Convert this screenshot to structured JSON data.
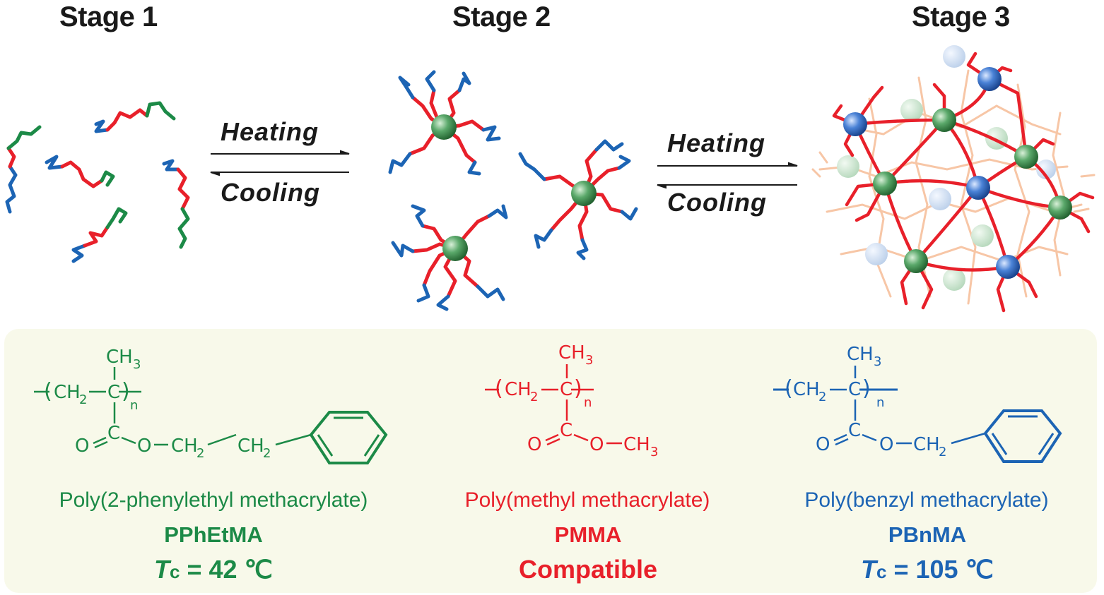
{
  "stages": [
    {
      "title": "Stage 1"
    },
    {
      "title": "Stage 2"
    },
    {
      "title": "Stage 3"
    }
  ],
  "arrows": [
    {
      "forward_label": "Heating",
      "reverse_label": "Cooling"
    },
    {
      "forward_label": "Heating",
      "reverse_label": "Cooling"
    }
  ],
  "polymers": [
    {
      "full_name": "Poly(2-phenylethyl methacrylate)",
      "abbr": "PPhEtMA",
      "tc_symbol": "T",
      "tc_sub": "c",
      "tc_value": "= 42 ℃",
      "color": "#1c8a47"
    },
    {
      "full_name": "Poly(methyl methacrylate)",
      "abbr": "PMMA",
      "note": "Compatible",
      "color": "#e8202a"
    },
    {
      "full_name": "Poly(benzyl methacrylate)",
      "abbr": "PBnMA",
      "tc_symbol": "T",
      "tc_sub": "c",
      "tc_value": "= 105 ℃",
      "color": "#1c64b4"
    }
  ],
  "structures": {
    "ch3": "CH",
    "three": "3",
    "ch2": "CH",
    "two": "2",
    "c": "C",
    "n": "n",
    "o_double": "O",
    "o_ester": "O"
  },
  "colors": {
    "green": "#1c8a47",
    "red": "#e8202a",
    "blue": "#1c64b4",
    "sphere_green": "#3a8c4a",
    "sphere_blue": "#2b62b8",
    "panel": "#f8f9ea"
  }
}
